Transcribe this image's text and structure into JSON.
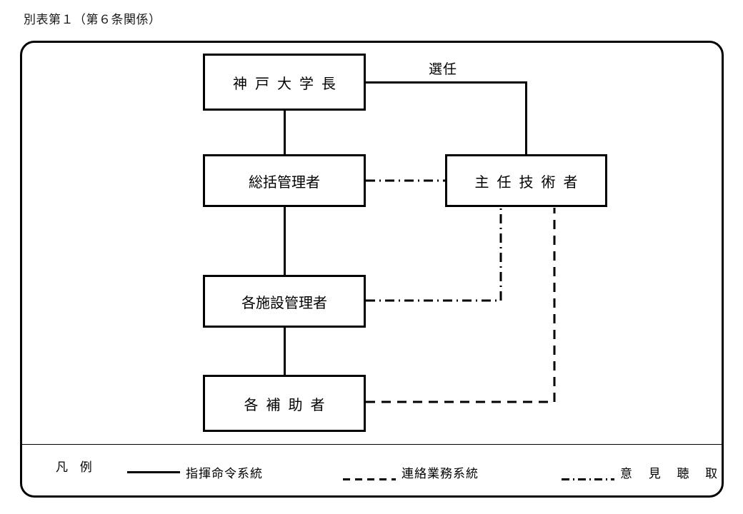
{
  "document": {
    "title": "別表第１（第６条関係）"
  },
  "diagram": {
    "type": "organization-chart",
    "boxes": [
      {
        "id": "president",
        "label": "神戸大学長",
        "spaced": true
      },
      {
        "id": "general_manager",
        "label": "総括管理者",
        "spaced": false
      },
      {
        "id": "chief_engineer",
        "label": "主任技術者",
        "spaced": true
      },
      {
        "id": "facility_manager",
        "label": "各施設管理者",
        "spaced": false
      },
      {
        "id": "assistant",
        "label": "各補助者",
        "spaced": true
      }
    ],
    "edge_labels": {
      "appointment": "選任"
    },
    "connections": [
      {
        "from": "president",
        "to": "general_manager",
        "style": "solid"
      },
      {
        "from": "general_manager",
        "to": "facility_manager",
        "style": "solid"
      },
      {
        "from": "facility_manager",
        "to": "assistant",
        "style": "solid"
      },
      {
        "from": "president",
        "to": "chief_engineer",
        "style": "solid",
        "label": "選任"
      },
      {
        "from": "general_manager",
        "to": "chief_engineer",
        "style": "dash-dot"
      },
      {
        "from": "facility_manager",
        "to": "chief_engineer",
        "style": "dash-dot"
      },
      {
        "from": "assistant",
        "to": "chief_engineer",
        "style": "dashed"
      }
    ]
  },
  "legend": {
    "title": "凡 例",
    "items": [
      {
        "id": "command",
        "style": "solid",
        "label": "指揮命令系統"
      },
      {
        "id": "liaison",
        "style": "dashed",
        "label": "連絡業務系統"
      },
      {
        "id": "opinion",
        "style": "dash-dot",
        "label": "意 見 聴 取"
      }
    ]
  },
  "colors": {
    "ink": "#000000",
    "background": "#ffffff"
  }
}
